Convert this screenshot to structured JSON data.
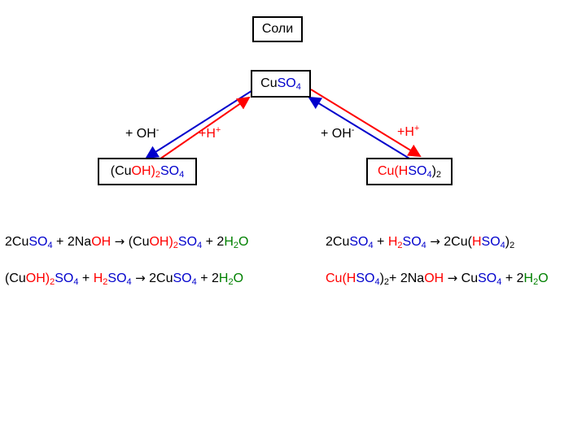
{
  "root": {
    "label": "Соли"
  },
  "center": {
    "a": "Cu",
    "b": "SO",
    "c": "4"
  },
  "left_node": {
    "a": "(Cu",
    "b": "OH)",
    "c": "2",
    "d": "SO",
    "e": "4"
  },
  "right_node": {
    "a": "Cu(H",
    "b": "SO",
    "c": "4",
    "d": ")",
    "e": "2"
  },
  "labels": {
    "oh_left": "+ OH",
    "oh_left_sup": "-",
    "h_left": "+H",
    "h_left_sup": "+",
    "oh_right": "+ OH",
    "oh_right_sup": "-",
    "h_right": "+H",
    "h_right_sup": "+"
  },
  "arrow_glyph": "→",
  "equations": {
    "eq1": {
      "p1": "2Cu",
      "p2": "SO",
      "p3": "4",
      "p4": " + 2Na",
      "p5": "OH",
      "p6": "(Cu",
      "p7": "OH)",
      "p8": "2",
      "p9": "SO",
      "p10": "4",
      "p11": " + 2",
      "p12": "H",
      "p13": "2",
      "p14": "O"
    },
    "eq2": {
      "p1": "2Cu",
      "p2": "SO",
      "p3": "4",
      "p4": " + ",
      "p5": "H",
      "p6": "2",
      "p7": "SO",
      "p8": "4",
      "p9": "2Cu(",
      "p10": "H",
      "p11": "SO",
      "p12": "4",
      "p13": ")",
      "p14": "2"
    },
    "eq3": {
      "p1": "(Cu",
      "p2": "OH)",
      "p3": "2",
      "p4": "SO",
      "p5": "4",
      "p6": " + ",
      "p7": "H",
      "p8": "2",
      "p9": "SO",
      "p10": "4",
      "p11": "2Cu",
      "p12": "SO",
      "p13": "4",
      "p14": " + 2",
      "p15": "H",
      "p16": "2",
      "p17": "O"
    },
    "eq4": {
      "p1": "Cu(H",
      "p2": "SO",
      "p3": "4",
      "p4": ")",
      "p5": "2",
      "p6": "+ 2Na",
      "p7": "OH",
      "p8": "Cu",
      "p9": "SO",
      "p10": "4",
      "p11": " + 2",
      "p12": "H",
      "p13": "2",
      "p14": "O"
    }
  },
  "colors": {
    "blue_arrow": "#0000cc",
    "red_arrow": "#ff0000",
    "red_text": "#ff0000",
    "blue_text": "#0000cc",
    "green_text": "#008000"
  }
}
